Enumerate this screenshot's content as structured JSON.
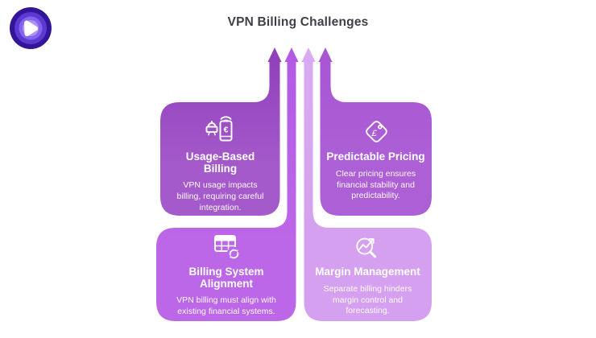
{
  "page": {
    "title": "VPN Billing Challenges",
    "title_color": "#3f3f46",
    "background": "#ffffff"
  },
  "logo": {
    "name": "purevpn-logo",
    "colors": [
      "#331697",
      "#5c39d1",
      "#8464ec",
      "#ab92f6",
      "#ffffff"
    ]
  },
  "icon_color": "#ffffff",
  "cards": [
    {
      "id": "usage-based-billing",
      "position": "top-left",
      "icon": "mobile-payment-icon",
      "title": "Usage-Based\nBilling",
      "description": "VPN usage impacts\nbilling, requiring careful\nintegration.",
      "color": "#a55acb",
      "arrow_color": "#8f3eb9"
    },
    {
      "id": "predictable-pricing",
      "position": "top-right",
      "icon": "price-tag-icon",
      "title": "Predictable Pricing",
      "description": "Clear pricing ensures\nfinancial stability and\npredictability.",
      "color": "#ad60d6",
      "arrow_color": "#a855d3"
    },
    {
      "id": "billing-system-alignment",
      "position": "bottom-left",
      "icon": "table-sync-icon",
      "title": "Billing System\nAlignment",
      "description": "VPN billing must align with\nexisting financial systems.",
      "color": "#bc67e7",
      "arrow_color": "#b25ae4"
    },
    {
      "id": "margin-management",
      "position": "bottom-right",
      "icon": "trend-search-icon",
      "title": "Margin Management",
      "description": "Separate billing hinders\nmargin control and\nforecasting.",
      "color": "#d4a0ef",
      "arrow_color": "#d9abf3"
    }
  ]
}
